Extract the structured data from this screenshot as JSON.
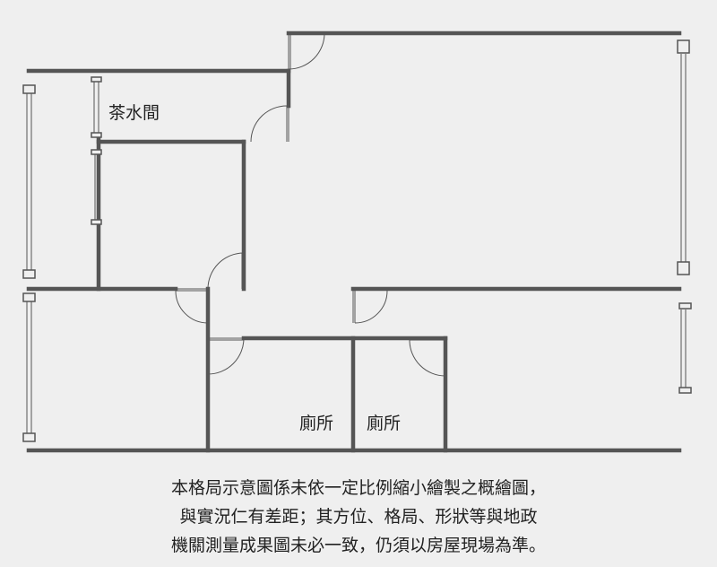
{
  "rooms": {
    "tea_room": "茶水間",
    "restroom_left": "廁所",
    "restroom_right": "廁所"
  },
  "disclaimer": {
    "line1": "本格局示意圖係未依一定比例縮小繪製之概繪圖，",
    "line2": "與實況仁有差距；其方位、格局、形狀等與地政",
    "line3": "機關測量成果圖未必一致，仍須以房屋現場為準。"
  }
}
